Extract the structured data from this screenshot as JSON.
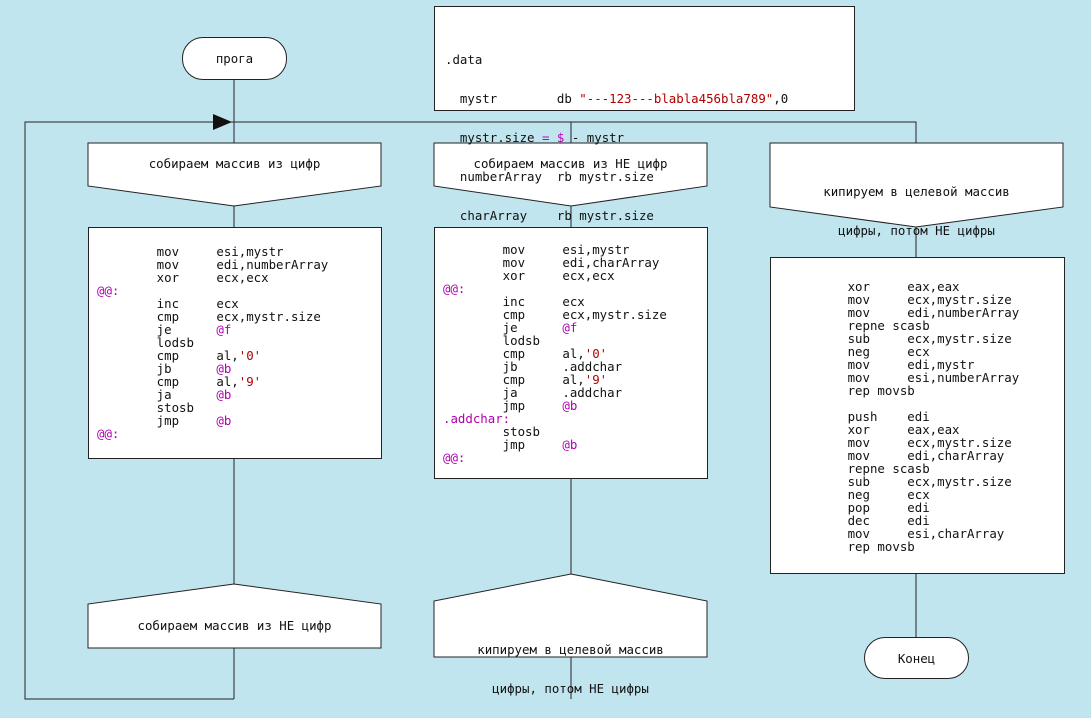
{
  "start_terminal": "прога",
  "end_terminal": "Конец",
  "data_block": [
    ".data",
    "  mystr        db \"---123---blabla456bla789\",0",
    "  mystr.size = $ - mystr",
    "  numberArray  rb mystr.size",
    "  charArray    rb mystr.size"
  ],
  "col1": {
    "header": "собираем массив из цифр",
    "code": [
      "        mov     esi,mystr",
      "        mov     edi,numberArray",
      "        xor     ecx,ecx",
      "@@:",
      "        inc     ecx",
      "        cmp     ecx,mystr.size",
      "        je      @f",
      "        lodsb",
      "        cmp     al,'0'",
      "        jb      @b",
      "        cmp     al,'9'",
      "        ja      @b",
      "        stosb",
      "        jmp     @b",
      "@@:"
    ],
    "footer": "собираем массив из НЕ цифр"
  },
  "col2": {
    "header": "собираем массив из НЕ цифр",
    "code": [
      "        mov     esi,mystr",
      "        mov     edi,charArray",
      "        xor     ecx,ecx",
      "@@:",
      "        inc     ecx",
      "        cmp     ecx,mystr.size",
      "        je      @f",
      "        lodsb",
      "        cmp     al,'0'",
      "        jb      .addchar",
      "        cmp     al,'9'",
      "        ja      .addchar",
      "        jmp     @b",
      ".addchar:",
      "        stosb",
      "        jmp     @b",
      "@@:"
    ],
    "footer_line1": "кипируем в целевой массив",
    "footer_line2": "цифры, потом НЕ цифры"
  },
  "col3": {
    "header_line1": "кипируем в целевой массив",
    "header_line2": "цифры, потом НЕ цифры",
    "code": [
      "          xor     eax,eax",
      "          mov     ecx,mystr.size",
      "          mov     edi,numberArray",
      "          repne scasb",
      "          sub     ecx,mystr.size",
      "          neg     ecx",
      "          mov     edi,mystr",
      "          mov     esi,numberArray",
      "          rep movsb",
      "",
      "          push    edi",
      "          xor     eax,eax",
      "          mov     ecx,mystr.size",
      "          mov     edi,charArray",
      "          repne scasb",
      "          sub     ecx,mystr.size",
      "          neg     ecx",
      "          pop     edi",
      "          dec     edi",
      "          mov     esi,charArray",
      "          rep movsb"
    ]
  }
}
